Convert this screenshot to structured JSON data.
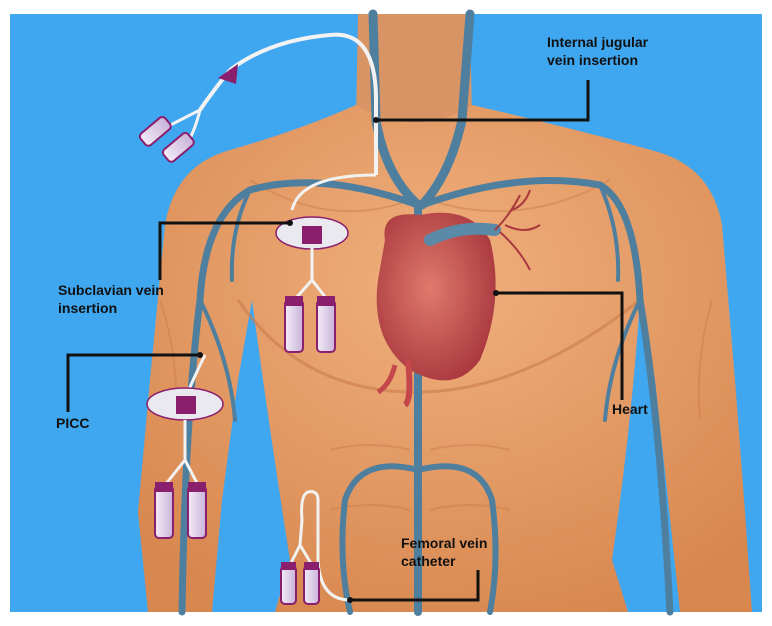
{
  "labels": {
    "internal_jugular": "Internal jugular\nvein insertion",
    "subclavian": "Subclavian vein\ninsertion",
    "picc": "PICC",
    "heart": "Heart",
    "femoral": "Femoral vein\ncatheter"
  },
  "colors": {
    "background": "#3fa6f0",
    "skin": "#e7a06e",
    "skin_shade": "#cf8657",
    "vein": "#4f7f9e",
    "heart": "#c4474c",
    "catheter_hub": "#8a1f6e",
    "catheter_tube": "#d9c8e6",
    "leader_line": "#111111"
  }
}
